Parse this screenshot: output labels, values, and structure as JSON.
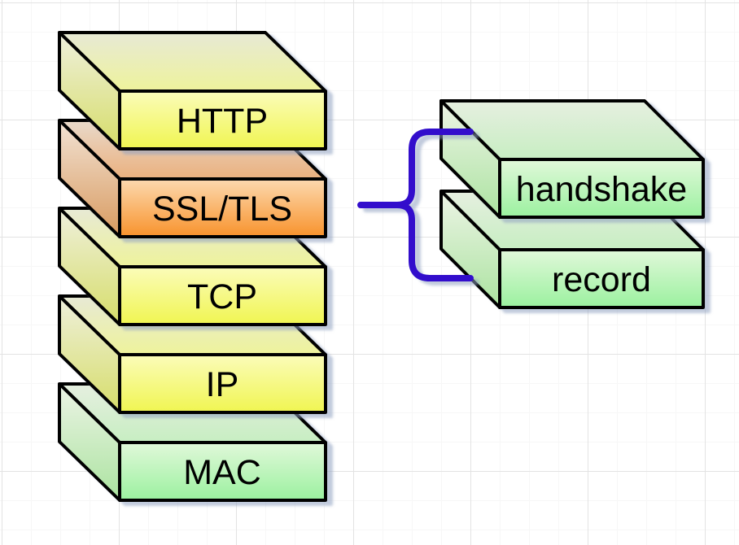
{
  "diagram": {
    "description": "Protocol stack with SSL/TLS sub-layers",
    "stack": {
      "layers": [
        {
          "label": "HTTP",
          "scheme": "yellow"
        },
        {
          "label": "SSL/TLS",
          "scheme": "orange"
        },
        {
          "label": "TCP",
          "scheme": "yellow"
        },
        {
          "label": "IP",
          "scheme": "yellow"
        },
        {
          "label": "MAC",
          "scheme": "green"
        }
      ]
    },
    "tls_sublayers": [
      {
        "label": "handshake",
        "scheme": "green"
      },
      {
        "label": "record",
        "scheme": "green"
      }
    ]
  },
  "colors": {
    "canvas_bg": "#ffffff",
    "grid_minor": "#f7f7f7",
    "grid_major": "#e3e3e3",
    "outline": "#000000",
    "label_text": "#000000",
    "brace": "#3311cc",
    "shadow": "#8fa0c0",
    "yellow": {
      "front_top": "#fbfcba",
      "front_bottom": "#f0f551",
      "top_back": "#e7e9d5",
      "top_front": "#eef39b",
      "side_top": "#eff0dd",
      "side_bottom": "#d6dd69"
    },
    "orange": {
      "front_top": "#fcd9b0",
      "front_bottom": "#f8932c",
      "top_back": "#e9dacb",
      "top_front": "#eab07e",
      "side_top": "#f2e3d5",
      "side_bottom": "#d89a5f"
    },
    "green": {
      "front_top": "#e1f8da",
      "front_bottom": "#9bf19f",
      "top_back": "#e6efe0",
      "top_front": "#c7eec2",
      "side_top": "#edf4e6",
      "side_bottom": "#abe3a0"
    }
  }
}
